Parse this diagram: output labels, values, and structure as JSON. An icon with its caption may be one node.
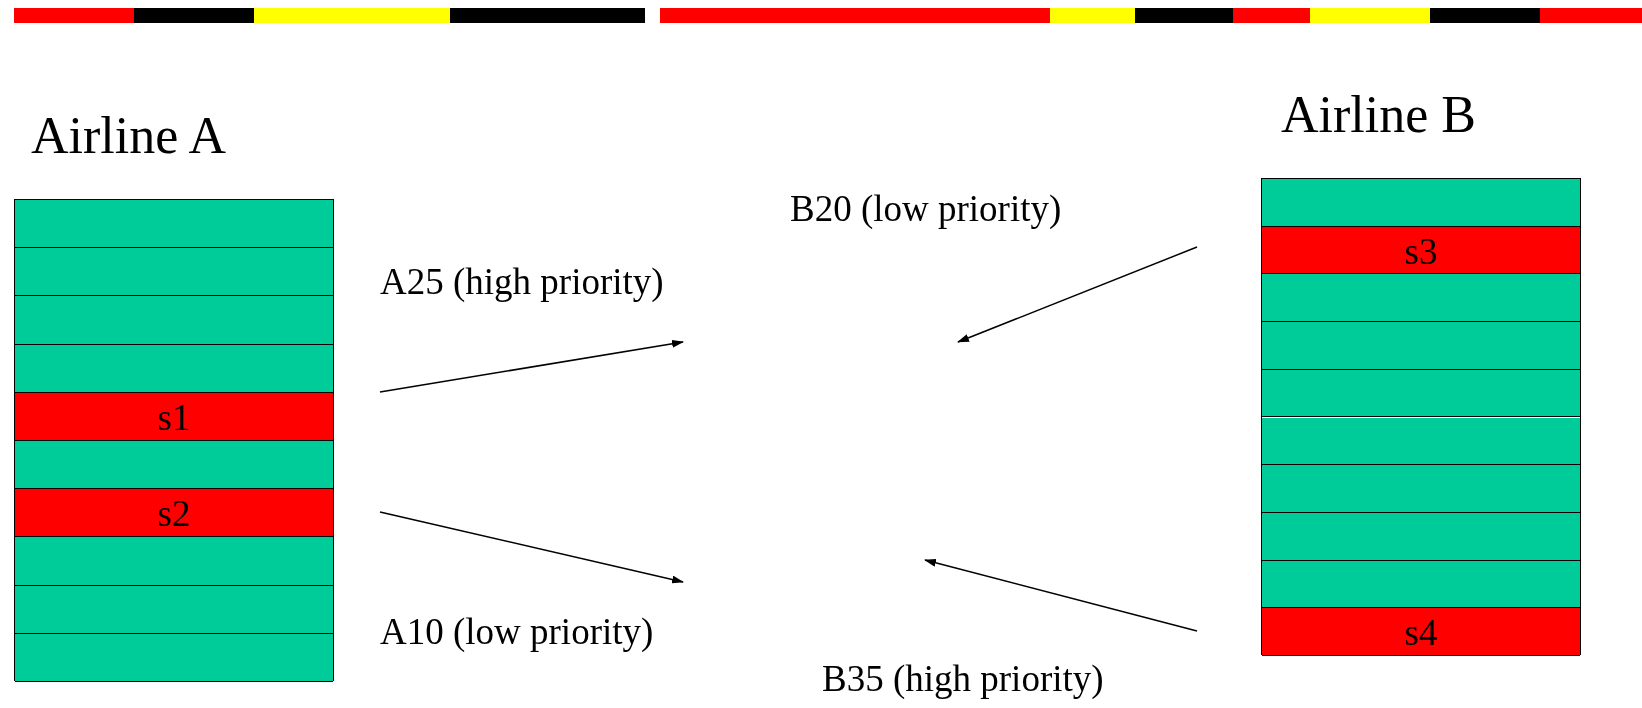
{
  "diagram": {
    "nodes": [
      {
        "text": [
          "Airline A"
        ]
      },
      {
        "text": [],
        "shape": "box",
        "in": 0
      },
      {
        "text": [],
        "shape": "box",
        "in": 0
      },
      {
        "text": [],
        "shape": "box",
        "in": 0
      },
      {
        "text": [],
        "shape": "box",
        "in": 0
      },
      {
        "text": [
          "s1"
        ],
        "in": 0
      },
      {
        "text": [],
        "shape": "box",
        "in": 0
      },
      {
        "text": [
          "s2"
        ],
        "in": 0
      },
      {
        "text": [],
        "shape": "box",
        "in": 0
      },
      {
        "text": [],
        "shape": "box",
        "in": 0
      },
      {
        "text": [],
        "shape": "box",
        "in": 0
      },
      {
        "text": [
          "Airline B"
        ]
      },
      {
        "text": [],
        "shape": "box",
        "in": 11
      },
      {
        "text": [
          "s3"
        ],
        "in": 11
      },
      {
        "text": [],
        "shape": "box",
        "in": 11
      },
      {
        "text": [],
        "shape": "box",
        "in": 11
      },
      {
        "text": [],
        "shape": "box",
        "in": 11
      },
      {
        "text": [],
        "shape": "box",
        "in": 11
      },
      {
        "text": [],
        "shape": "box",
        "in": 11
      },
      {
        "text": [],
        "shape": "box",
        "in": 11
      },
      {
        "text": [],
        "shape": "box",
        "in": 11
      },
      {
        "text": [
          "s4"
        ],
        "in": 11
      }
    ],
    "labels": [
      "B20 (low priority)",
      "A25 (high priority)",
      "A10 (low priority)",
      "B35 (high priority)"
    ]
  }
}
